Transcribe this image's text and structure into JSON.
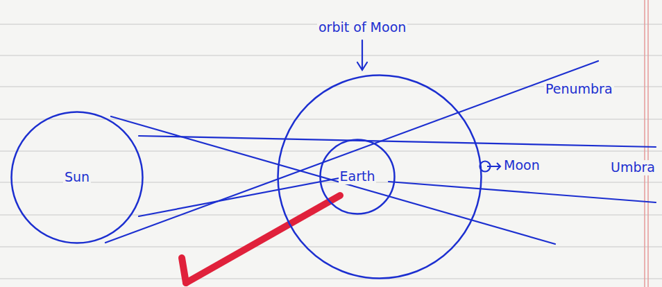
{
  "diagram": {
    "nodes": [
      {
        "text": [
          "Sun"
        ]
      },
      {
        "text": [
          "orbit of Moon"
        ]
      },
      {
        "text": [
          "Earth"
        ],
        "in": 1
      },
      {
        "text": [
          "Moon"
        ]
      }
    ],
    "labels": [
      "Penumbra",
      "Umbra"
    ]
  }
}
